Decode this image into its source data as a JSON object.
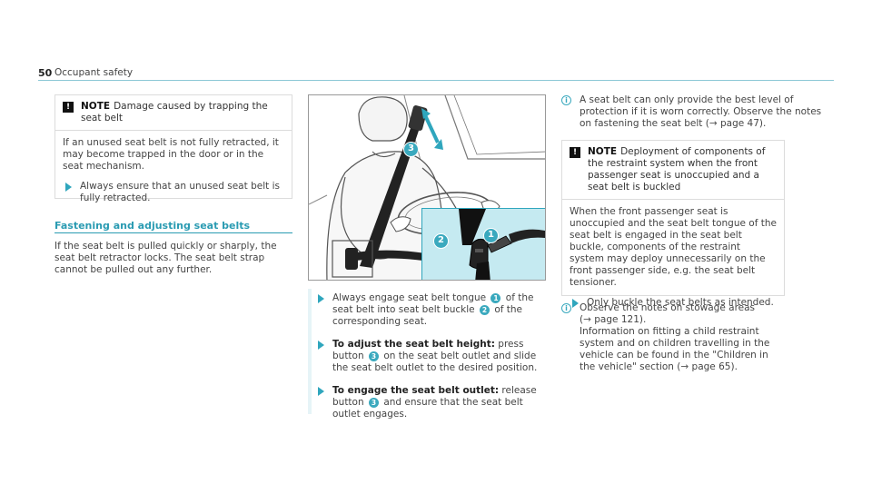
{
  "header": {
    "page_number": "50",
    "section_title": "Occupant safety"
  },
  "left": {
    "notice": {
      "label": "NOTE",
      "title": "Damage caused by trapping the seat belt",
      "body": "If an unused seat belt is not fully retracted, it may become trapped in the door or in the seat mechanism.",
      "action": "Always ensure that an unused seat belt is fully retracted."
    },
    "subheading": "Fastening and adjusting seat belts",
    "paragraph": "If the seat belt is pulled quickly or sharply, the seat belt retractor locks. The seat belt strap cannot be pulled out any further."
  },
  "middle": {
    "illustration": {
      "callout_1": "1",
      "callout_2": "2",
      "callout_3": "3",
      "inset_color": "#c5eaf1",
      "accent_color": "#2fa6bd"
    },
    "steps": [
      {
        "lead": "",
        "text_a": "Always engage seat belt tongue ",
        "badge": "1",
        "text_b": " of the seat belt into seat belt buckle ",
        "badge2": "2",
        "text_c": " of the corresponding seat."
      },
      {
        "lead": "To adjust the seat belt height:",
        "text_a": " press button ",
        "badge": "3",
        "text_b": " on the seat belt outlet and slide the seat belt outlet to the desired position."
      },
      {
        "lead": "To engage the seat belt outlet:",
        "text_a": " release button ",
        "badge": "3",
        "text_b": " and ensure that the seat belt outlet engages."
      }
    ]
  },
  "right": {
    "info1": {
      "text": "A seat belt can only provide the best level of protection if it is worn correctly. Observe the notes on fastening the seat belt (",
      "ref": "page 47",
      "tail": ")."
    },
    "notice": {
      "label": "NOTE",
      "title": "Deployment of components of the restraint system when the front passenger seat is unoccupied and a seat belt is buckled",
      "body": "When the front passenger seat is unoccupied and the seat belt tongue of the seat belt is engaged in the seat belt buckle, components of the restraint system may deploy unnecessarily on the front passenger side, e.g. the seat belt tensioner.",
      "action": "Only buckle the seat belts as intended."
    },
    "info2": {
      "line1": "Observe the notes on stowage areas",
      "ref1": "page 121",
      "line2": "Information on fitting a child restraint system and on children travelling in the vehicle can be found in the \"Children in the vehicle\" section",
      "ref2": "page 65"
    }
  }
}
